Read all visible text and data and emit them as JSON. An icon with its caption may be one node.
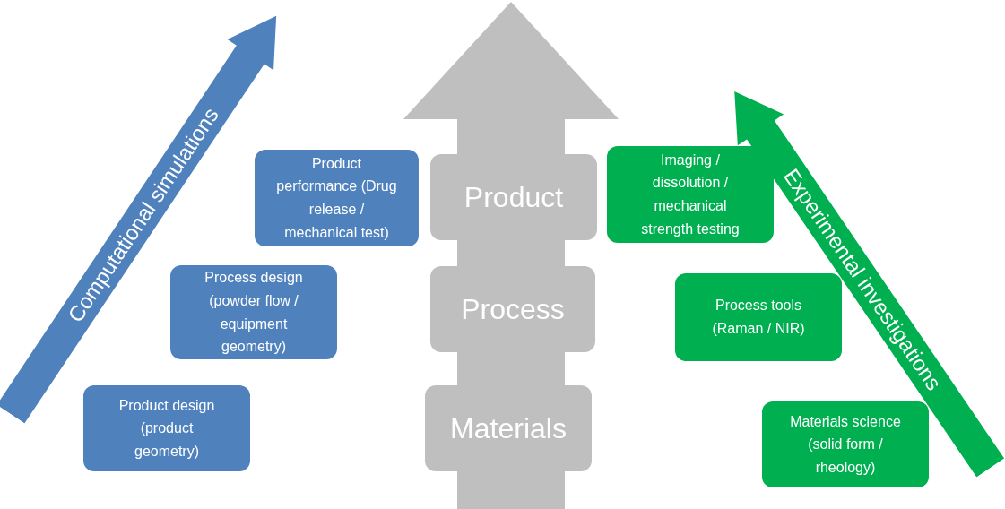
{
  "diagram": {
    "nodes": [
      {
        "text": [
          "Computational simulations"
        ]
      },
      {
        "text": [
          "Product performance (Drug release  / mechanical test)"
        ]
      },
      {
        "text": [
          "Process design (powder flow / equipment geometry)"
        ]
      },
      {
        "text": [
          "Product design (product geometry)"
        ]
      },
      {
        "text": [],
        "shape": "arrow"
      },
      {
        "text": [
          "Product"
        ],
        "in": 4
      },
      {
        "text": [
          "Process"
        ],
        "in": 4
      },
      {
        "text": [
          "Materials"
        ],
        "in": 4
      },
      {
        "text": [
          "Imaging / dissolution  / mechanical strength testing"
        ]
      },
      {
        "text": [
          "Process tools (Raman / NIR)"
        ]
      },
      {
        "text": [
          "Materials science (solid form / rheology)"
        ]
      },
      {
        "text": [
          "Experimental investigations"
        ]
      }
    ],
    "edges": []
  }
}
